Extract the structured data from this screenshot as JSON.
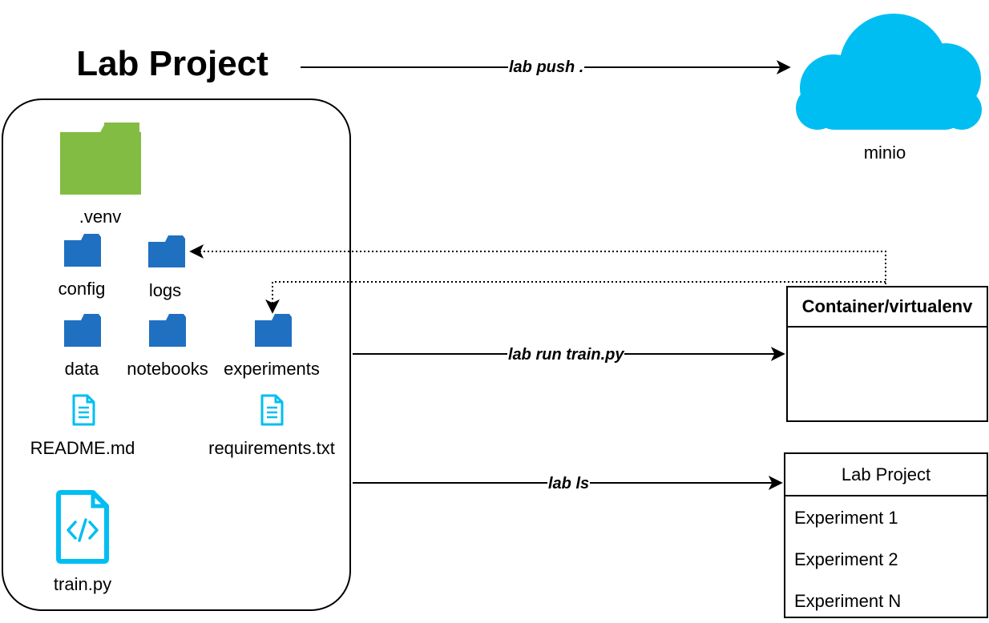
{
  "title": "Lab Project",
  "project_items": {
    "venv": ".venv",
    "config": "config",
    "logs": "logs",
    "data": "data",
    "notebooks": "notebooks",
    "experiments": "experiments",
    "readme": "README.md",
    "requirements": "requirements.txt",
    "train": "train.py"
  },
  "cloud": {
    "label": "minio",
    "color": "#00BEF2"
  },
  "colors": {
    "venv_folder": "#82BC43",
    "folder": "#1F70C1",
    "file": "#00BEF2"
  },
  "edges": {
    "push": "lab push .",
    "run": "lab run train.py",
    "ls": "lab ls"
  },
  "container": {
    "title": "Container/virtualenv"
  },
  "lab_project_list": {
    "title": "Lab Project",
    "items": [
      "Experiment 1",
      "Experiment 2",
      "Experiment N"
    ]
  },
  "icons": [
    "folder-icon",
    "document-icon",
    "code-file-icon",
    "cloud-icon"
  ]
}
